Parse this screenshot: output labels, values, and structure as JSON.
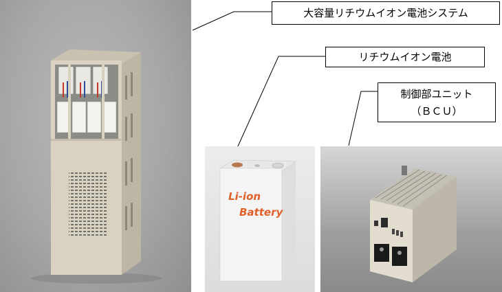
{
  "callouts": {
    "system": "大容量リチウムイオン電池システム",
    "cell": "リチウムイオン電池",
    "bcu_line1": "制御部ユニット",
    "bcu_line2": "（ＢＣＵ）"
  },
  "battery_label": {
    "line1": "Li-ion",
    "line2": "Battery",
    "color": "#e0602a"
  },
  "colors": {
    "cabinet": "#d9d2c0",
    "cell_body": "#f4f4f4",
    "bcu_body": "#e3ddcf",
    "terminal": "#1a1a1a"
  }
}
